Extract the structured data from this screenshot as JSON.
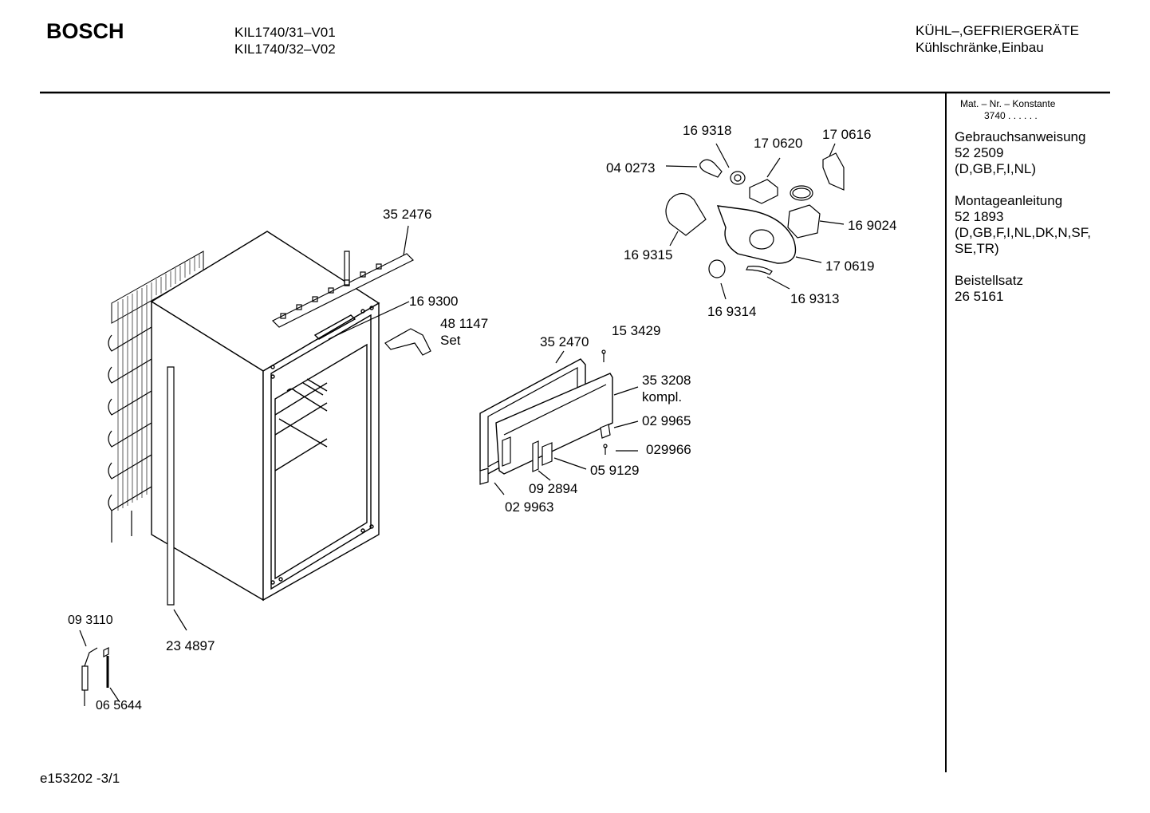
{
  "header": {
    "brand": "BOSCH",
    "models": [
      "KIL1740/31–V01",
      "KIL1740/32–V02"
    ],
    "category": [
      "KÜHL–,GEFRIERGERÄTE",
      "Kühlschränke,Einbau"
    ]
  },
  "sidebar": {
    "mat_title": "Mat. – Nr. – Konstante",
    "mat_value": "3740  .  .   .  .  .  .",
    "sections": [
      {
        "title": "Gebrauchsanweisung",
        "number": "52 2509",
        "langs": "(D,GB,F,I,NL)"
      },
      {
        "title": "Montageanleitung",
        "number": "52 1893",
        "langs": "(D,GB,F,I,NL,DK,N,SF,",
        "langs2": "SE,TR)"
      },
      {
        "title": "Beistellsatz",
        "number": "26 5161"
      }
    ]
  },
  "parts": {
    "p352476": "35 2476",
    "p169300": "16 9300",
    "p481147": "48 1147",
    "p481147b": "Set",
    "p234897": "23 4897",
    "p093110": "09 3110",
    "p065644": "06 5644",
    "p169318": "16 9318",
    "p170620": "17 0620",
    "p170616": "17 0616",
    "p040273": "04 0273",
    "p169024": "16 9024",
    "p169315": "16 9315",
    "p170619": "17 0619",
    "p169314": "16 9314",
    "p169313": "16 9313",
    "p352470": "35 2470",
    "p153429": "15 3429",
    "p353208": "35 3208",
    "p353208b": "kompl.",
    "p029965": "02 9965",
    "p029966": "029966",
    "p059129": "05 9129",
    "p092894": "09 2894",
    "p029963": "02 9963"
  },
  "footer": {
    "code": "e153202 -3/1"
  }
}
